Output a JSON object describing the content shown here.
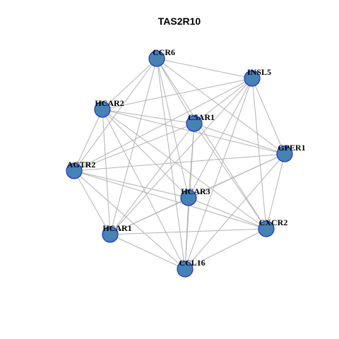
{
  "title": "TAS2R10",
  "colors": {
    "node_fill": "#4682B4",
    "node_stroke": "#1F2FD0",
    "edge": "#B3B3B3"
  },
  "nodes": [
    {
      "id": "CCR6",
      "label": "CCR6"
    },
    {
      "id": "INSL5",
      "label": "INSL5"
    },
    {
      "id": "HCAR2",
      "label": "HCAR2"
    },
    {
      "id": "C5AR1",
      "label": "C5AR1"
    },
    {
      "id": "GPER1",
      "label": "GPER1"
    },
    {
      "id": "AGTR2",
      "label": "AGTR2"
    },
    {
      "id": "HCAR3",
      "label": "HCAR3"
    },
    {
      "id": "CXCR2",
      "label": "CXCR2"
    },
    {
      "id": "HCAR1",
      "label": "HCAR1"
    },
    {
      "id": "CCL16",
      "label": "CCL16"
    }
  ],
  "edges": [
    [
      "CCR6",
      "INSL5"
    ],
    [
      "CCR6",
      "HCAR2"
    ],
    [
      "CCR6",
      "C5AR1"
    ],
    [
      "CCR6",
      "GPER1"
    ],
    [
      "CCR6",
      "AGTR2"
    ],
    [
      "CCR6",
      "HCAR3"
    ],
    [
      "CCR6",
      "CXCR2"
    ],
    [
      "CCR6",
      "HCAR1"
    ],
    [
      "CCR6",
      "CCL16"
    ],
    [
      "INSL5",
      "HCAR2"
    ],
    [
      "INSL5",
      "C5AR1"
    ],
    [
      "INSL5",
      "GPER1"
    ],
    [
      "INSL5",
      "AGTR2"
    ],
    [
      "INSL5",
      "HCAR3"
    ],
    [
      "INSL5",
      "CXCR2"
    ],
    [
      "INSL5",
      "HCAR1"
    ],
    [
      "INSL5",
      "CCL16"
    ],
    [
      "HCAR2",
      "C5AR1"
    ],
    [
      "HCAR2",
      "GPER1"
    ],
    [
      "HCAR2",
      "AGTR2"
    ],
    [
      "HCAR2",
      "HCAR3"
    ],
    [
      "HCAR2",
      "CXCR2"
    ],
    [
      "HCAR2",
      "HCAR1"
    ],
    [
      "HCAR2",
      "CCL16"
    ],
    [
      "C5AR1",
      "GPER1"
    ],
    [
      "C5AR1",
      "AGTR2"
    ],
    [
      "C5AR1",
      "HCAR3"
    ],
    [
      "C5AR1",
      "CXCR2"
    ],
    [
      "C5AR1",
      "HCAR1"
    ],
    [
      "C5AR1",
      "CCL16"
    ],
    [
      "GPER1",
      "AGTR2"
    ],
    [
      "GPER1",
      "HCAR3"
    ],
    [
      "GPER1",
      "CXCR2"
    ],
    [
      "GPER1",
      "HCAR1"
    ],
    [
      "GPER1",
      "CCL16"
    ],
    [
      "AGTR2",
      "HCAR3"
    ],
    [
      "AGTR2",
      "CXCR2"
    ],
    [
      "AGTR2",
      "HCAR1"
    ],
    [
      "AGTR2",
      "CCL16"
    ],
    [
      "HCAR3",
      "CXCR2"
    ],
    [
      "HCAR3",
      "HCAR1"
    ],
    [
      "HCAR3",
      "CCL16"
    ],
    [
      "CXCR2",
      "HCAR1"
    ],
    [
      "CXCR2",
      "CCL16"
    ],
    [
      "HCAR1",
      "CCL16"
    ]
  ]
}
